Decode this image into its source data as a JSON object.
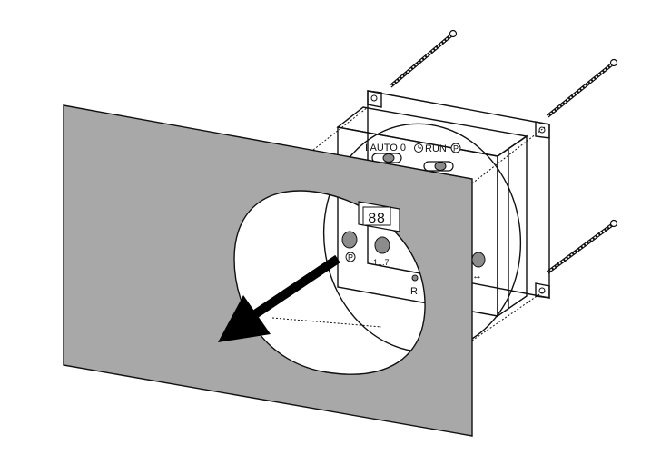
{
  "colors": {
    "panel_fill": "#a8a8a8",
    "outline": "#111111",
    "arrow": "#000000",
    "background": "#ffffff",
    "button_fill": "#8c8c8c"
  },
  "device": {
    "switch_left_label": "I AUTO 0",
    "switch_right_label": "RUN",
    "clock_symbol": "clock-icon",
    "program_symbol": "P",
    "button_labels": {
      "program": "P",
      "days": "1...7",
      "reset": "R",
      "shift": "↔"
    },
    "display_text": "88"
  },
  "icons": [
    "screw-icon",
    "arrow-icon"
  ]
}
